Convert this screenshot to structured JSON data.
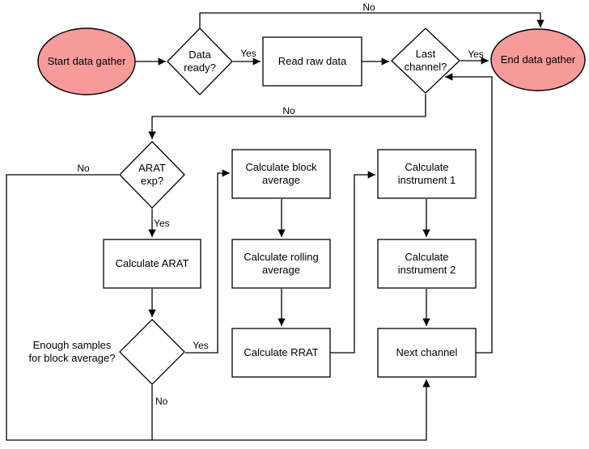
{
  "diagram": {
    "type": "flowchart",
    "colors": {
      "terminator_fill": "#f79a9a",
      "node_fill": "#ffffff",
      "stroke": "#000000"
    },
    "nodes": {
      "start": {
        "shape": "terminator",
        "label": "Start data gather"
      },
      "data_ready": {
        "shape": "decision",
        "label": "Data\nready?"
      },
      "read_raw": {
        "shape": "process",
        "label": "Read raw data"
      },
      "last_channel": {
        "shape": "decision",
        "label": "Last\nchannel?"
      },
      "end": {
        "shape": "terminator",
        "label": "End data gather"
      },
      "arat_exp": {
        "shape": "decision",
        "label": "ARAT\nexp?"
      },
      "calc_arat": {
        "shape": "process",
        "label": "Calculate ARAT"
      },
      "enough_samples": {
        "shape": "decision",
        "label": "Enough samples\nfor block average?"
      },
      "calc_block": {
        "shape": "process",
        "label": "Calculate block\naverage"
      },
      "calc_rolling": {
        "shape": "process",
        "label": "Calculate rolling\naverage"
      },
      "calc_rrat": {
        "shape": "process",
        "label": "Calculate RRAT"
      },
      "calc_inst1": {
        "shape": "process",
        "label": "Calculate\ninstrument 1"
      },
      "calc_inst2": {
        "shape": "process",
        "label": "Calculate\ninstrument 2"
      },
      "next_channel": {
        "shape": "process",
        "label": "Next channel"
      }
    },
    "edge_labels": {
      "data_ready_yes": "Yes",
      "data_ready_no": "No",
      "last_channel_yes": "Yes",
      "last_channel_no": "No",
      "arat_exp_yes": "Yes",
      "arat_exp_no": "No",
      "enough_yes": "Yes",
      "enough_no": "No"
    }
  }
}
